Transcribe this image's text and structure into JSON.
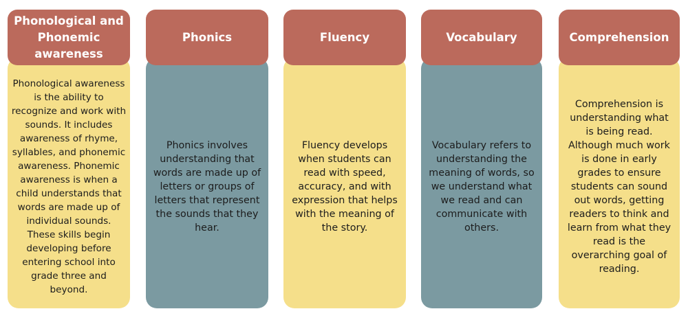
{
  "columns": [
    {
      "title": "Phonological and Phonemic awareness",
      "title_lines": [
        "Phonological and",
        "Phonemic",
        "awareness"
      ],
      "body_lines": [
        "Phonological awareness",
        "is the ability to",
        "recognize and work with",
        "sounds. It includes",
        "awareness of rhyme,",
        "syllables, and phonemic",
        "awareness. Phonemic",
        "awareness is when a",
        "child understands that",
        "words are made up of",
        "individual sounds.",
        "These skills begin",
        "developing before",
        "entering school into",
        "grade three and",
        "beyond."
      ]
    },
    {
      "title": "Phonics",
      "title_lines": [
        "Phonics"
      ],
      "body_lines": [
        "Phonics involves",
        "understanding that",
        "words are made up of",
        "letters or groups of",
        "letters that represent",
        "the sounds that they",
        "hear."
      ]
    },
    {
      "title": "Fluency",
      "title_lines": [
        "Fluency"
      ],
      "body_lines": [
        "Fluency develops",
        "when students can",
        "read with speed,",
        "accuracy, and with",
        "expression that helps",
        "with the meaning of",
        "the story."
      ]
    },
    {
      "title": "Vocabulary",
      "title_lines": [
        "Vocabulary"
      ],
      "body_lines": [
        "Vocabulary refers to",
        "understanding the",
        "meaning of words, so",
        "we understand what",
        "we read and can",
        "communicate with",
        "others."
      ]
    },
    {
      "title": "Comprehension",
      "title_lines": [
        "Comprehension"
      ],
      "body_lines": [
        "Comprehension is",
        "understanding what",
        "is being read.",
        "Although much work",
        "is done in early",
        "grades to ensure",
        "students can sound",
        "out words, getting",
        "readers to think and",
        "learn from what they",
        "read is the",
        "overarching goal of",
        "reading."
      ]
    }
  ],
  "colors": {
    "header": "#bb6a5c",
    "yellow_card": "#f5df8a",
    "teal_card": "#7b9aa1",
    "header_text": "#ffffff",
    "body_text": "#1c1c1c"
  }
}
